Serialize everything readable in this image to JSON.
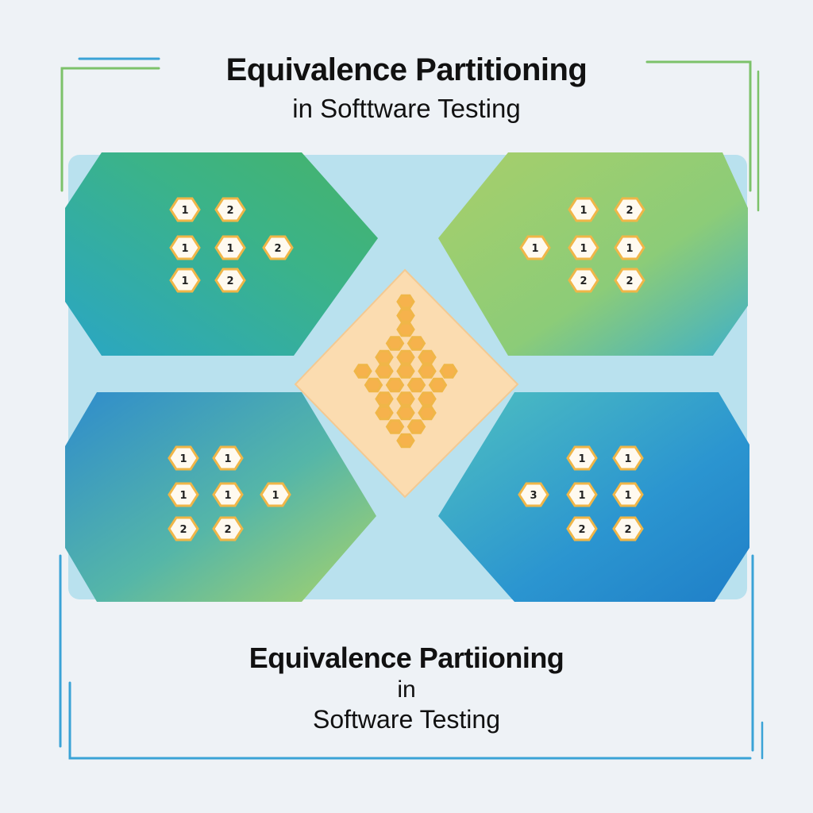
{
  "header": {
    "title": "Equivalence Partitioning",
    "subtitle": "in Softtware Testing"
  },
  "footer": {
    "title": "Equivalence Partiioning",
    "line2": "in",
    "line3": "Software Testing"
  },
  "colors": {
    "background": "#eef2f6",
    "frame_green": "#7cc26a",
    "frame_blue": "#3aa3d6",
    "center": "#fbdcb0",
    "hex_fill": "#fffaf0",
    "hex_stroke": "#f0b648"
  },
  "partitions": [
    {
      "id": "top-left",
      "tokens": [
        [
          "1",
          "2"
        ],
        [
          "1",
          "1",
          "2"
        ],
        [
          "1",
          "2"
        ]
      ]
    },
    {
      "id": "top-right",
      "tokens": [
        [
          "1",
          "2"
        ],
        [
          "1",
          "1",
          "1"
        ],
        [
          "2",
          "2"
        ]
      ]
    },
    {
      "id": "bottom-left",
      "tokens": [
        [
          "1",
          "1"
        ],
        [
          "1",
          "1",
          "1"
        ],
        [
          "2",
          "2"
        ]
      ]
    },
    {
      "id": "bottom-right",
      "tokens": [
        [
          "1",
          "1"
        ],
        [
          "3",
          "1",
          "1"
        ],
        [
          "2",
          "2"
        ]
      ]
    }
  ],
  "center_tokens": [
    1,
    1,
    1,
    2,
    3,
    5,
    4,
    3,
    3,
    2,
    1
  ]
}
